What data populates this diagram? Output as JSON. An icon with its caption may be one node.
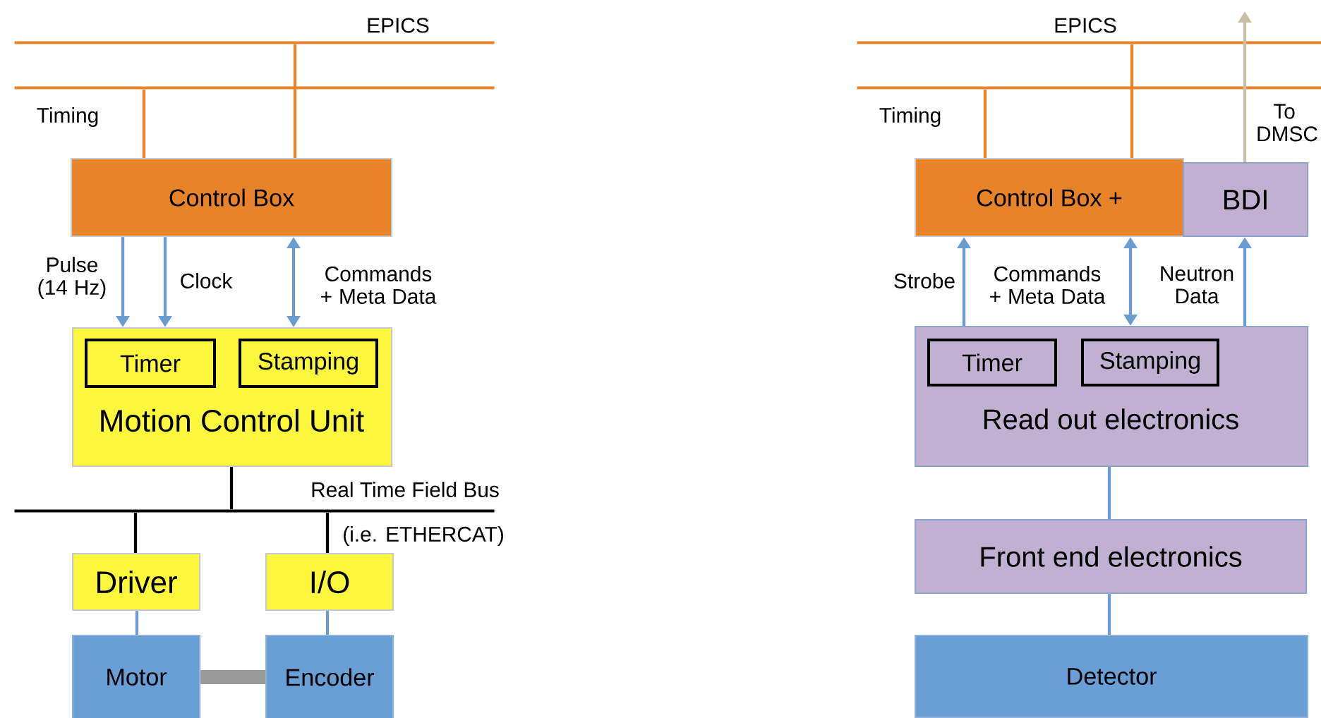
{
  "diagram": {
    "nodes": [
      {
        "text": [],
        "shape": "bar",
        "beside": [
          "EPICS"
        ]
      },
      {
        "text": [],
        "shape": "bar",
        "beside": [
          "Timing"
        ]
      },
      {
        "text": [
          "Control Box"
        ]
      },
      {
        "text": [
          "Motion Control Unit"
        ]
      },
      {
        "text": [
          "Timer"
        ],
        "in": 3
      },
      {
        "text": [
          "Stamping"
        ],
        "in": 3
      },
      {
        "text": [],
        "shape": "bar",
        "beside": [
          "Real Time Field Bus",
          "(i.e. ETHERCAT)"
        ]
      },
      {
        "text": [
          "Driver"
        ]
      },
      {
        "text": [
          "I/O"
        ]
      },
      {
        "text": [
          "Motor"
        ]
      },
      {
        "text": [
          "Encoder"
        ]
      },
      {
        "text": [],
        "shape": "bar",
        "beside": [
          "EPICS"
        ]
      },
      {
        "text": [],
        "shape": "bar",
        "beside": [
          "Timing"
        ]
      },
      {
        "text": [
          "Control Box +"
        ]
      },
      {
        "text": [
          "BDI"
        ]
      },
      {
        "text": [
          "Read out electronics"
        ]
      },
      {
        "text": [
          "Timer"
        ],
        "in": 15
      },
      {
        "text": [
          "Stamping"
        ],
        "in": 15
      },
      {
        "text": [
          "Front end electronics"
        ]
      },
      {
        "text": [
          "Detector"
        ]
      }
    ],
    "edges": [
      {
        "from": 1,
        "to": 2,
        "arrow": "none",
        "color": "#e8832a"
      },
      {
        "from": 0,
        "to": 2,
        "arrow": "none",
        "color": "#e8832a"
      },
      {
        "from": 2,
        "to": 3,
        "arrow": "to",
        "label": "Pulse (14 Hz)"
      },
      {
        "from": 2,
        "to": 3,
        "arrow": "to",
        "label": "Clock"
      },
      {
        "from": 2,
        "to": 3,
        "arrow": "both",
        "label": "Commands + Meta Data"
      },
      {
        "from": 3,
        "to": 6,
        "arrow": "none",
        "color": "#000000"
      },
      {
        "from": 6,
        "to": 7,
        "arrow": "none",
        "color": "#000000"
      },
      {
        "from": 6,
        "to": 8,
        "arrow": "none",
        "color": "#000000"
      },
      {
        "from": 7,
        "to": 9,
        "arrow": "none"
      },
      {
        "from": 8,
        "to": 10,
        "arrow": "none"
      },
      {
        "from": 9,
        "to": 10,
        "arrow": "none",
        "style": "thick",
        "color": "#9a9a9a"
      },
      {
        "from": 12,
        "to": 13,
        "arrow": "none",
        "color": "#e8832a"
      },
      {
        "from": 11,
        "to": 13,
        "arrow": "none",
        "color": "#e8832a"
      },
      {
        "from": 14,
        "to": null,
        "arrow": "to",
        "label": "To DMSC",
        "color": "#c9bfa5"
      },
      {
        "from": 15,
        "to": 13,
        "arrow": "to",
        "label": "Strobe"
      },
      {
        "from": 13,
        "to": 15,
        "arrow": "both",
        "label": "Commands + Meta Data"
      },
      {
        "from": 15,
        "to": 14,
        "arrow": "to",
        "label": "Neutron Data"
      },
      {
        "from": 15,
        "to": 18,
        "arrow": "none"
      },
      {
        "from": 18,
        "to": 19,
        "arrow": "none"
      }
    ]
  }
}
